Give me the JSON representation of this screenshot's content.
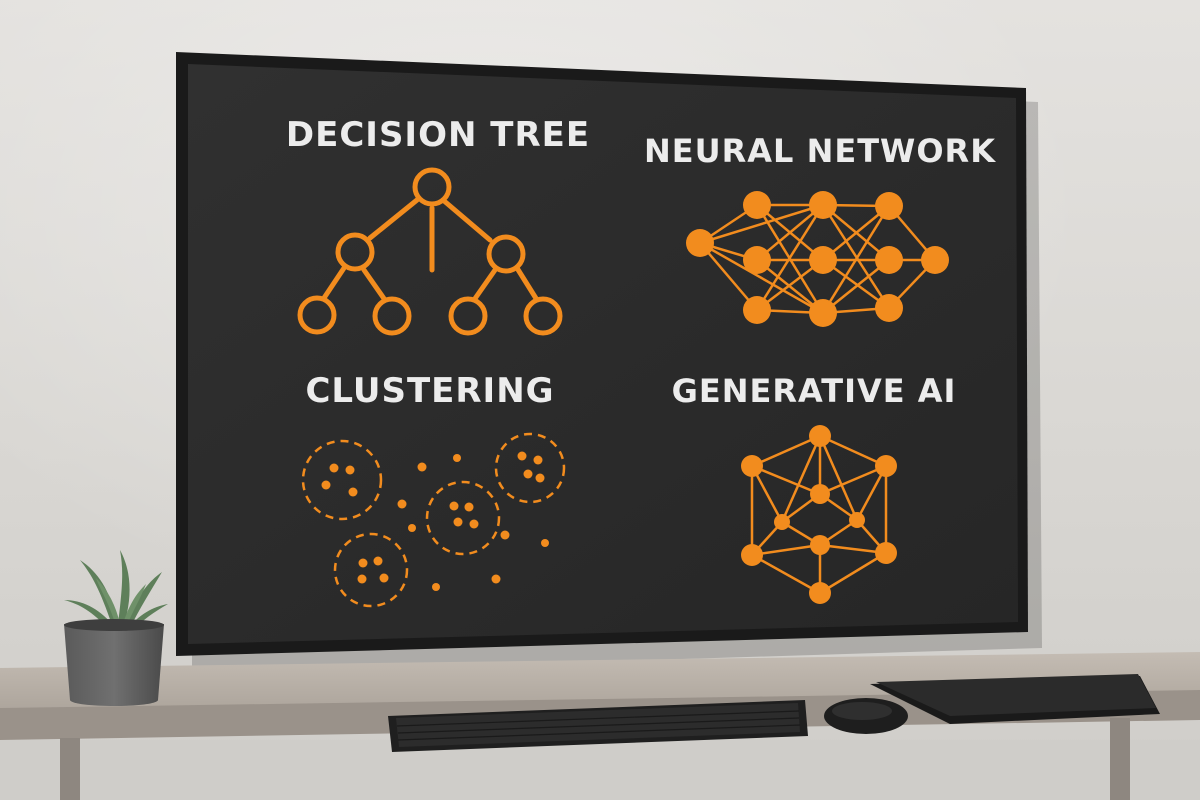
{
  "panels": [
    {
      "id": "decision-tree",
      "title": "DECISION TREE"
    },
    {
      "id": "neural-network",
      "title": "NEURAL NETWORK"
    },
    {
      "id": "clustering",
      "title": "CLUSTERING"
    },
    {
      "id": "generative-ai",
      "title": "GENERATIVE AI"
    }
  ],
  "colors": {
    "accent": "#f28c1e",
    "screen": "#2b2b2b",
    "frame": "#1a1a1a",
    "wall": "#dcdad6",
    "desk": "#b9b1a8",
    "title_text": "#ececec"
  },
  "icons": [
    "plant-icon",
    "keyboard-icon",
    "mouse-icon",
    "tablet-icon"
  ]
}
